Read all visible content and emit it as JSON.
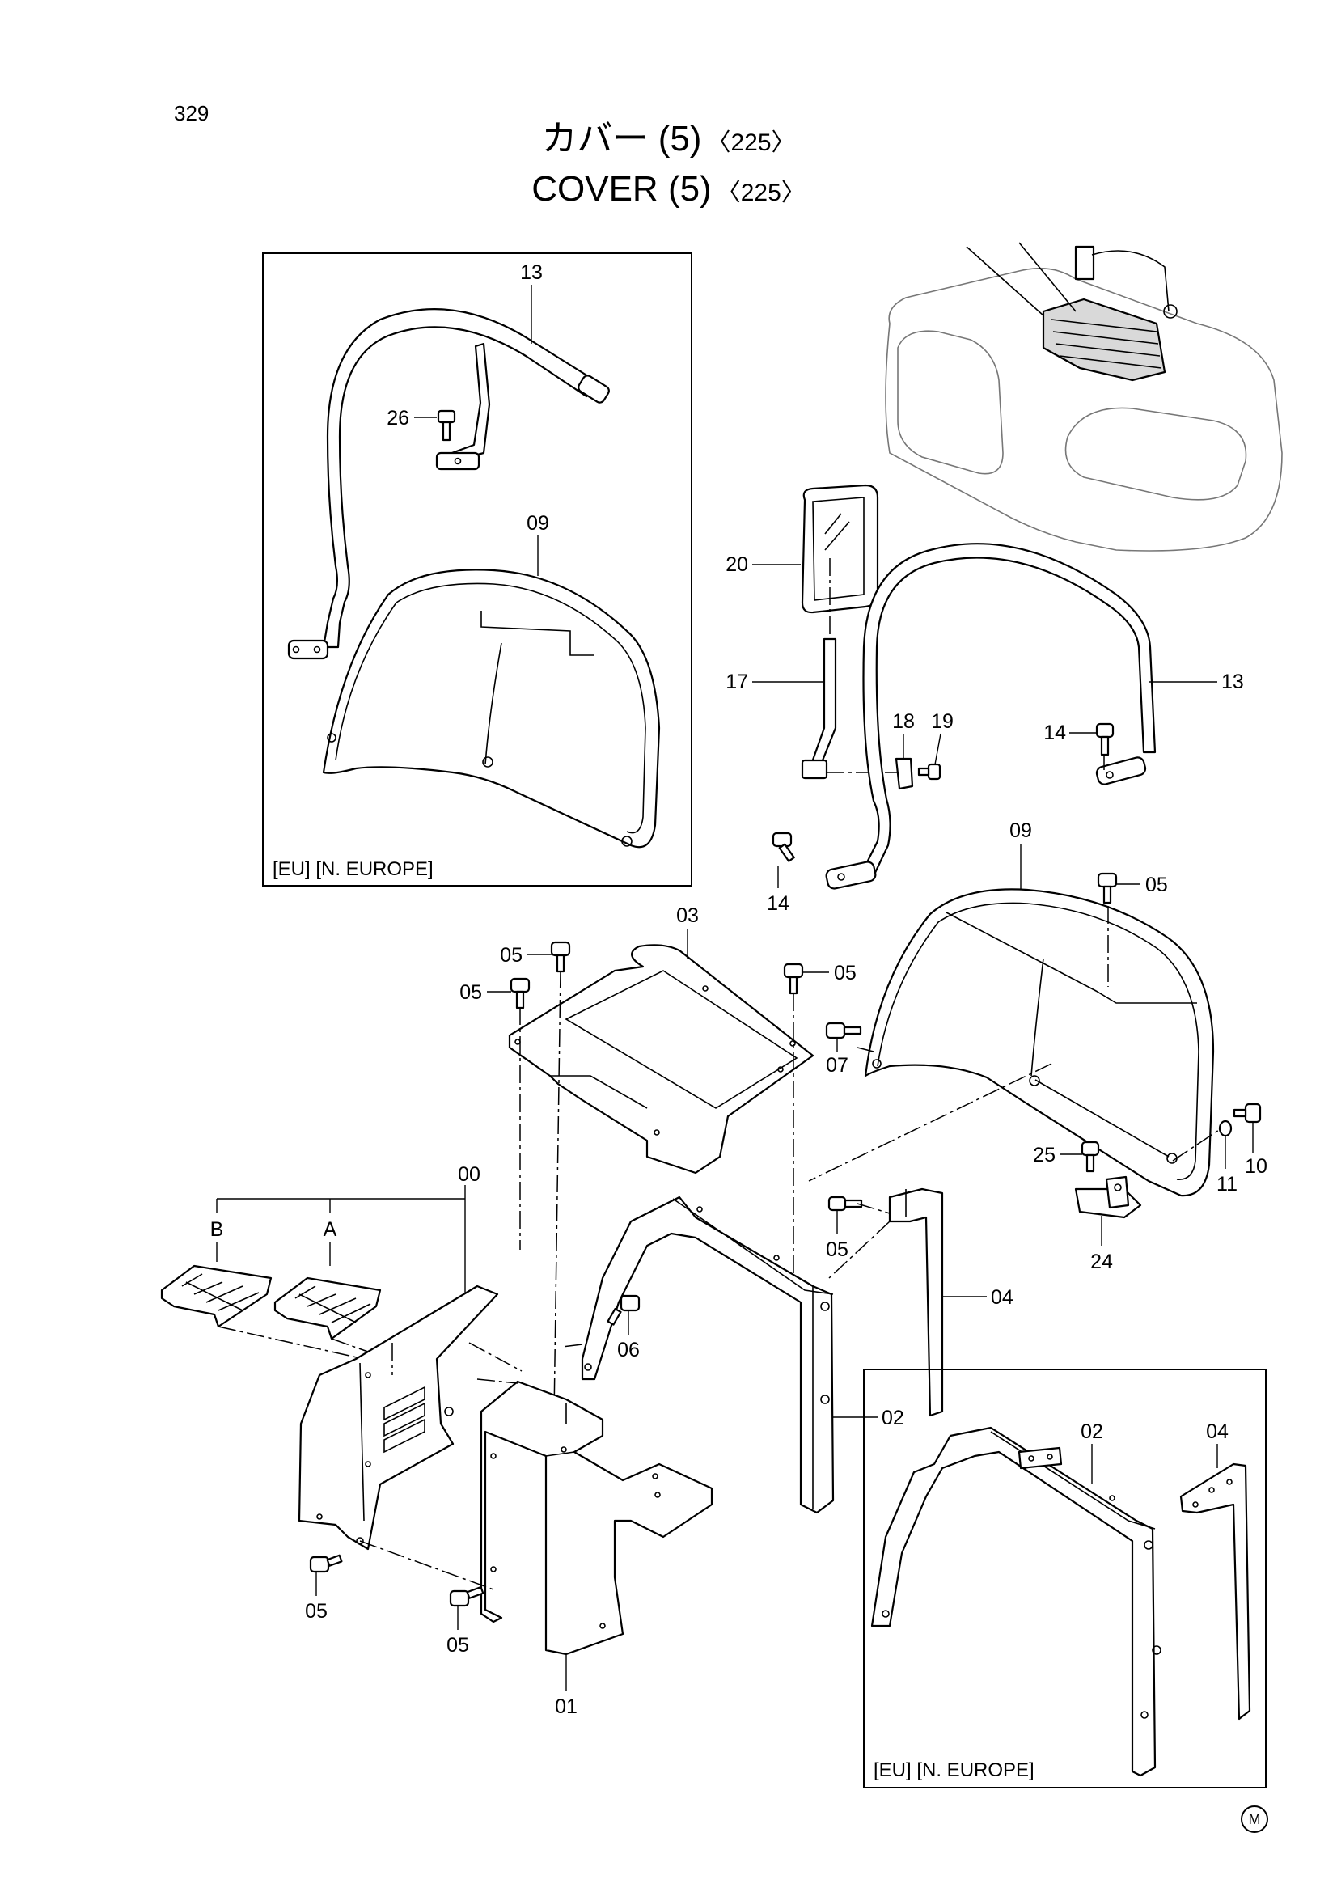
{
  "page": {
    "number": "329",
    "title_jp": "カバー",
    "title_en": "COVER",
    "group": "(5)",
    "variant": "〈225〉",
    "footer_mark": "M"
  },
  "boxes": {
    "top_left_note": "[EU] [N. EUROPE]",
    "bottom_right_note": "[EU] [N. EUROPE]"
  },
  "labels": {
    "tl_13": "13",
    "tl_26": "26",
    "tl_09": "09",
    "p20": "20",
    "p17": "17",
    "p18": "18",
    "p19": "19",
    "p14a": "14",
    "p13": "13",
    "p14b": "14",
    "p09": "09",
    "p05a": "05",
    "p07": "07",
    "p03": "03",
    "p05b": "05",
    "p05c": "05",
    "p05d": "05",
    "p25": "25",
    "p10": "10",
    "p11": "11",
    "p24": "24",
    "p00": "00",
    "pB": "B",
    "pA": "A",
    "p05e": "05",
    "p04": "04",
    "p06": "06",
    "p02": "02",
    "p05f": "05",
    "p05g": "05",
    "p01": "01",
    "br_02": "02",
    "br_04": "04"
  }
}
